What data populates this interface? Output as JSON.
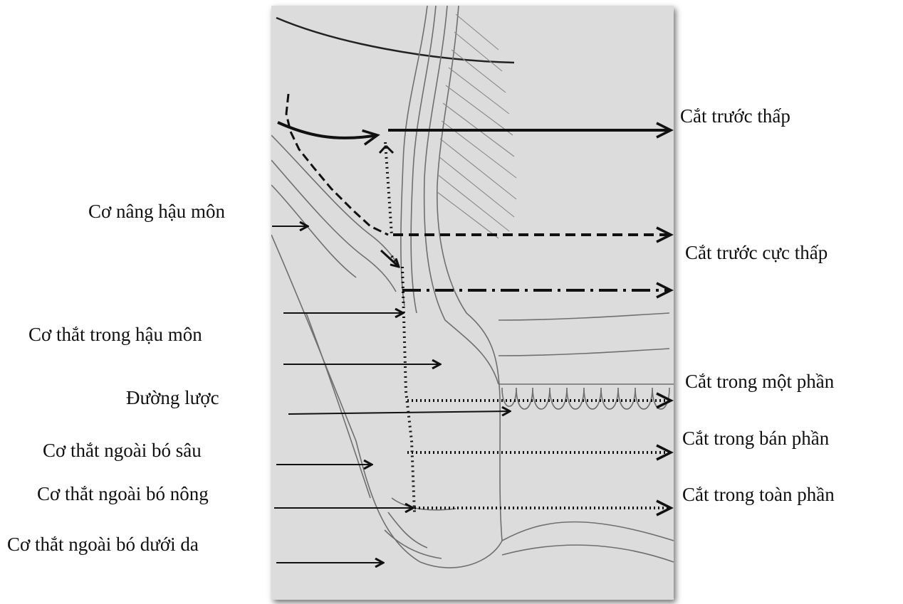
{
  "left_labels": [
    {
      "id": "levator",
      "text": "Cơ nâng hậu môn"
    },
    {
      "id": "internal-sphincter",
      "text": "Cơ thắt trong hậu môn"
    },
    {
      "id": "dentate-line",
      "text": "Đường lược"
    },
    {
      "id": "ext-deep",
      "text": "Cơ thắt ngoài bó sâu"
    },
    {
      "id": "ext-superficial",
      "text": "Cơ thắt ngoài bó nông"
    },
    {
      "id": "ext-subcutaneous",
      "text": "Cơ thắt ngoài bó dưới da"
    }
  ],
  "right_labels": [
    {
      "id": "low-anterior",
      "text": "Cắt trước thấp",
      "line": "solid"
    },
    {
      "id": "ultra-low-anterior",
      "text": "Cắt trước cực thấp",
      "line": "dashed"
    },
    {
      "id": "partial",
      "text": "Cắt trong một phần",
      "line": "dotted"
    },
    {
      "id": "subtotal",
      "text": "Cắt trong bán phần",
      "line": "dotted"
    },
    {
      "id": "total",
      "text": "Cắt trong toàn phần",
      "line": "dotted"
    }
  ],
  "colors": {
    "panel": "#dcdcdc",
    "ink": "#111111",
    "sketch": "#6f6f6f"
  }
}
